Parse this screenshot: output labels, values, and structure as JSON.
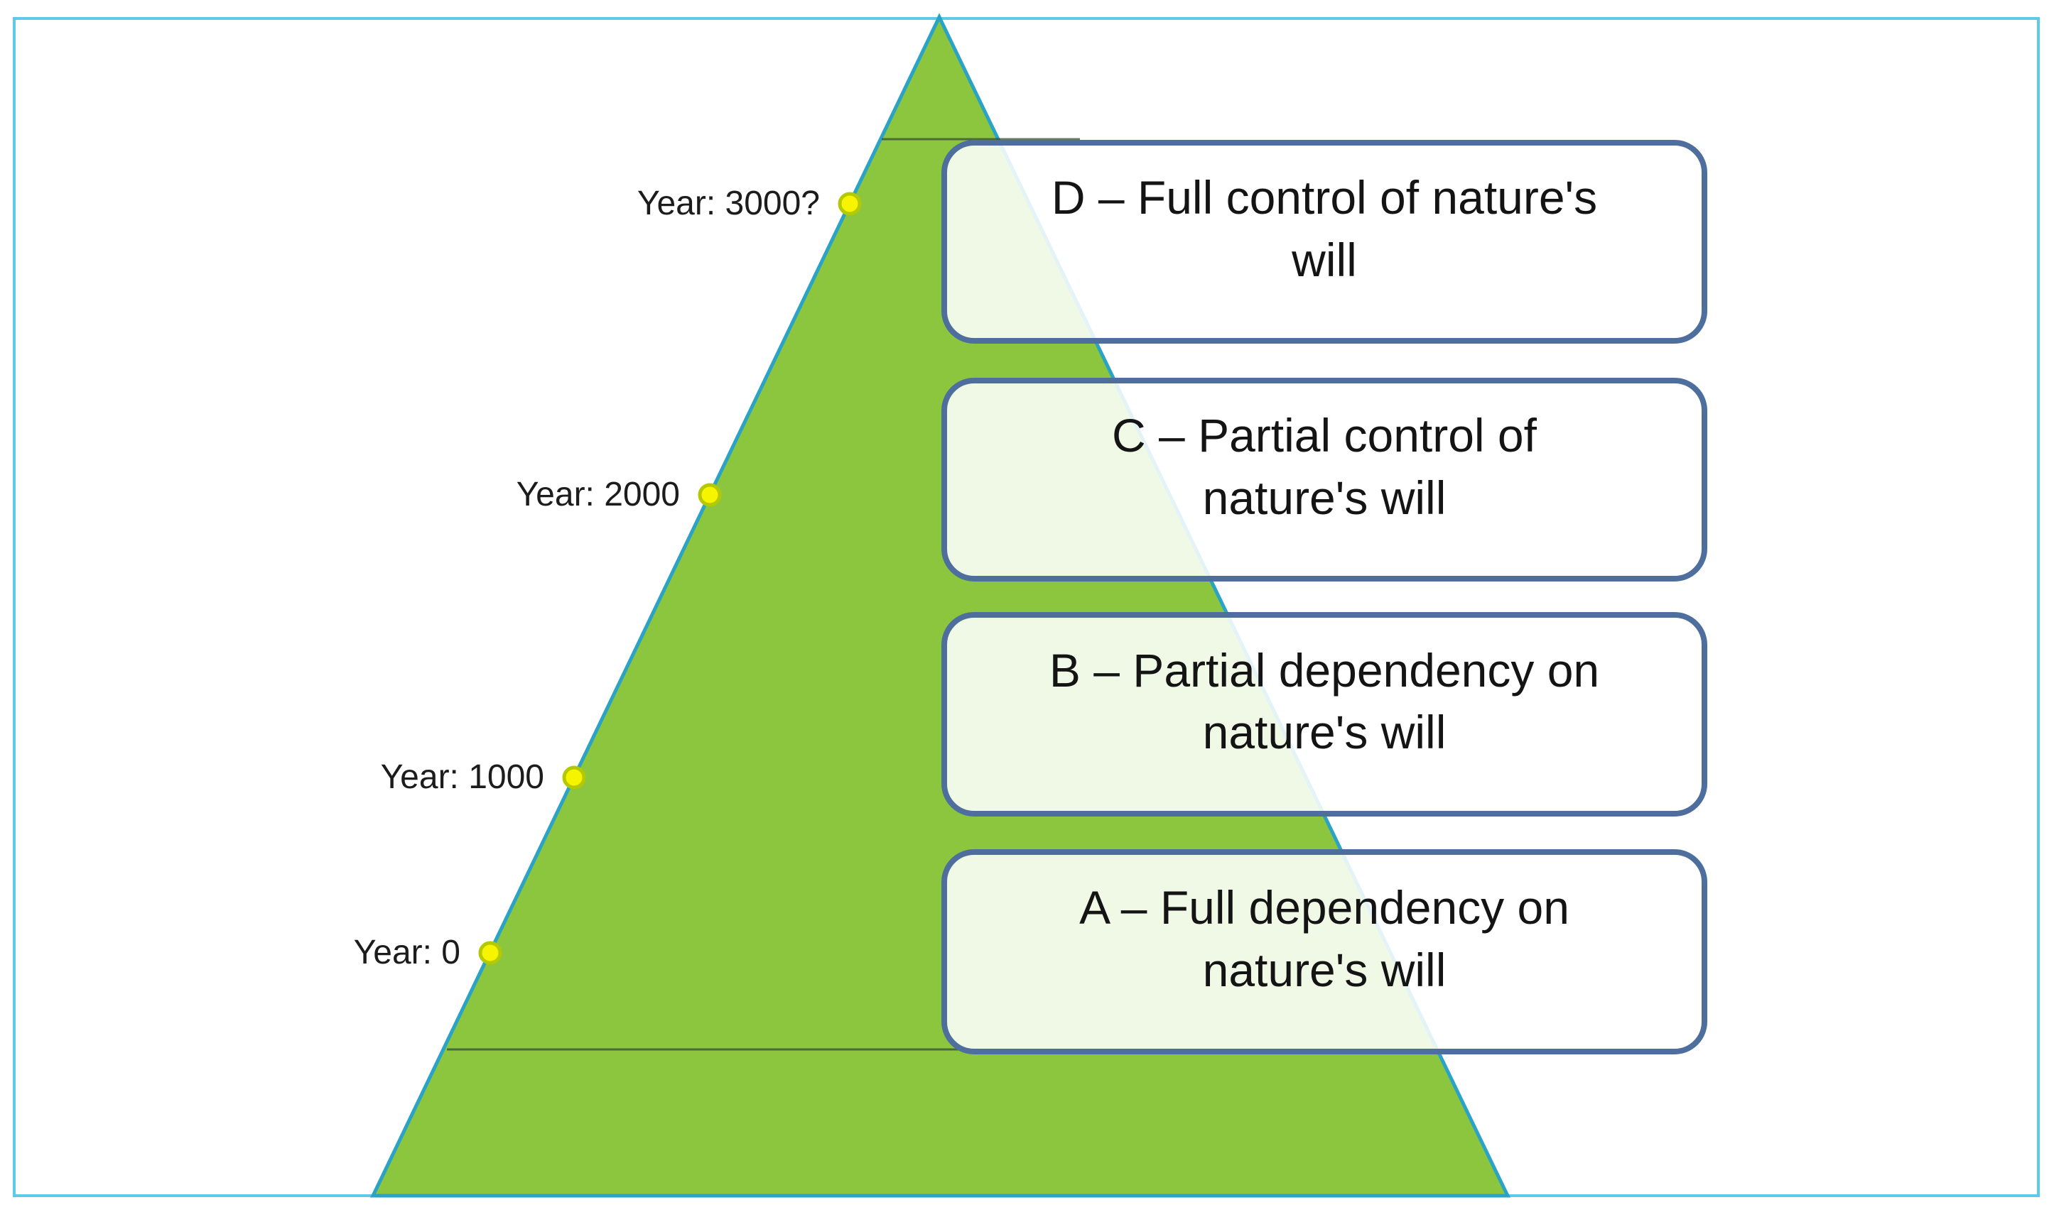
{
  "diagram_type": "pyramid-timeline",
  "year_markers": [
    {
      "label": "Year: 3000?",
      "dot": "yellow-circle-marker"
    },
    {
      "label": "Year: 2000",
      "dot": "yellow-circle-marker"
    },
    {
      "label": "Year: 1000",
      "dot": "yellow-circle-marker"
    },
    {
      "label": "Year: 0",
      "dot": "yellow-circle-marker"
    }
  ],
  "boxes": [
    {
      "lines": [
        "D – Full control of nature's",
        "will"
      ]
    },
    {
      "lines": [
        "C – Partial control of",
        "nature's will"
      ]
    },
    {
      "lines": [
        "B – Partial dependency on",
        "nature's will"
      ]
    },
    {
      "lines": [
        "A – Full dependency on",
        "nature's will"
      ]
    }
  ],
  "colors": {
    "frame_border": "#5fc9e8",
    "pyramid_fill": "#8cc63f",
    "pyramid_stroke": "#2aa3c6",
    "box_border": "#4e6f9e",
    "box_fill": "rgba(255,255,255,0.87)",
    "box_text": "#141414",
    "dot_fill": "#f7f400",
    "dot_stroke": "#b5c900",
    "divider_line": "rgba(55,75,55,0.75)",
    "label_text": "#1c1c1c"
  }
}
